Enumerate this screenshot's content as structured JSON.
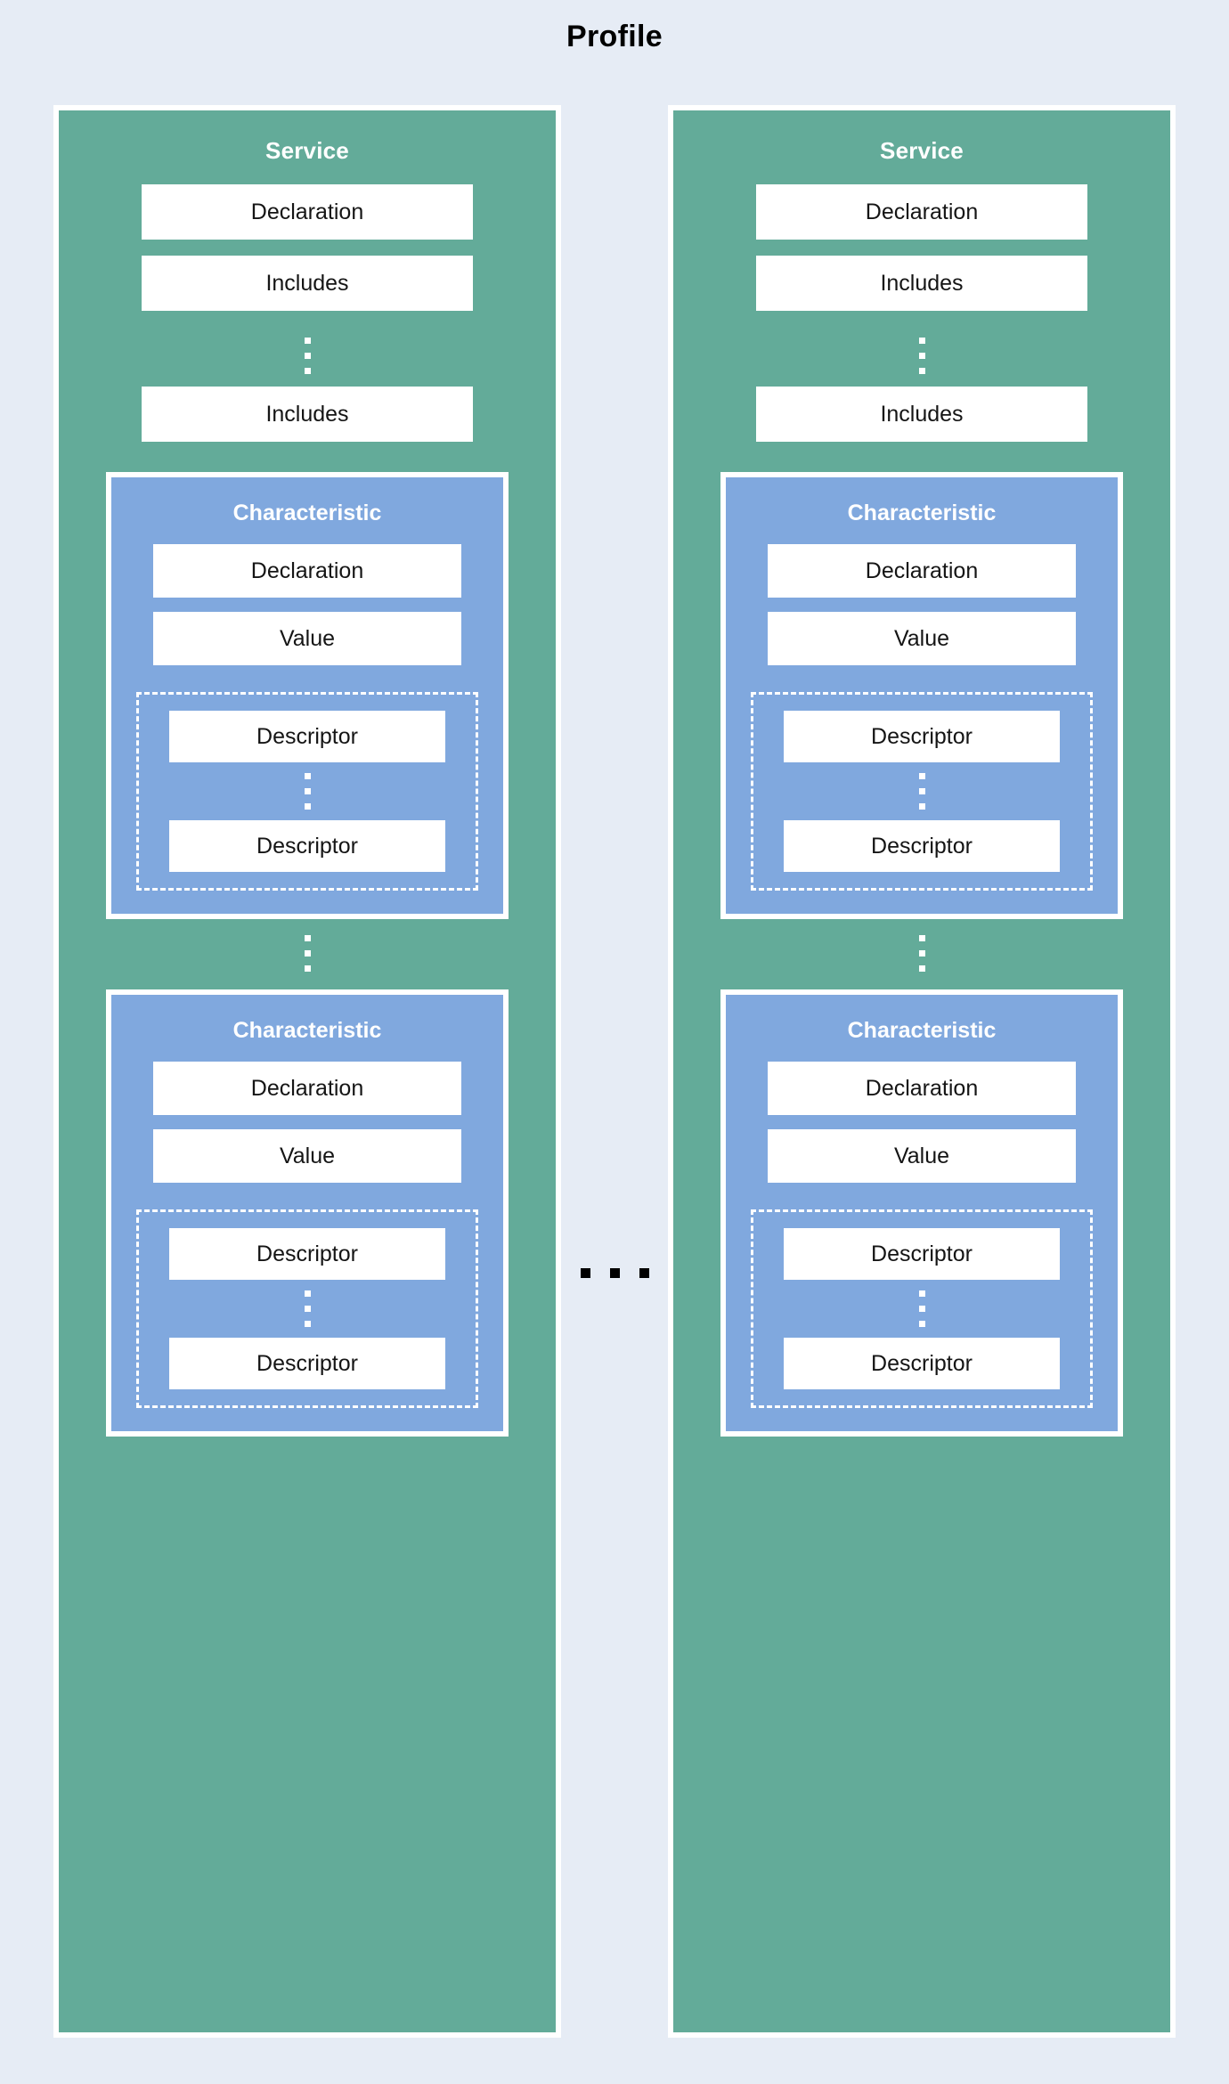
{
  "title": "Profile",
  "colors": {
    "background": "#e6ecf5",
    "service_fill": "#63ab99",
    "characteristic_fill": "#80a8de",
    "leaf_fill": "#ffffff",
    "border": "#ffffff",
    "text_dark": "#151515",
    "text_light": "#ffffff"
  },
  "labels": {
    "service": "Service",
    "characteristic": "Characteristic",
    "declaration": "Declaration",
    "includes": "Includes",
    "value": "Value",
    "descriptor": "Descriptor"
  },
  "ellipsis": {
    "vertical": "⋮",
    "horizontal": "..."
  },
  "services": [
    {
      "title": "Service",
      "declaration": "Declaration",
      "includes_first": "Includes",
      "includes_last": "Includes",
      "characteristics": [
        {
          "title": "Characteristic",
          "declaration": "Declaration",
          "value": "Value",
          "descriptor_first": "Descriptor",
          "descriptor_last": "Descriptor"
        },
        {
          "title": "Characteristic",
          "declaration": "Declaration",
          "value": "Value",
          "descriptor_first": "Descriptor",
          "descriptor_last": "Descriptor"
        }
      ]
    },
    {
      "title": "Service",
      "declaration": "Declaration",
      "includes_first": "Includes",
      "includes_last": "Includes",
      "characteristics": [
        {
          "title": "Characteristic",
          "declaration": "Declaration",
          "value": "Value",
          "descriptor_first": "Descriptor",
          "descriptor_last": "Descriptor"
        },
        {
          "title": "Characteristic",
          "declaration": "Declaration",
          "value": "Value",
          "descriptor_first": "Descriptor",
          "descriptor_last": "Descriptor"
        }
      ]
    }
  ]
}
